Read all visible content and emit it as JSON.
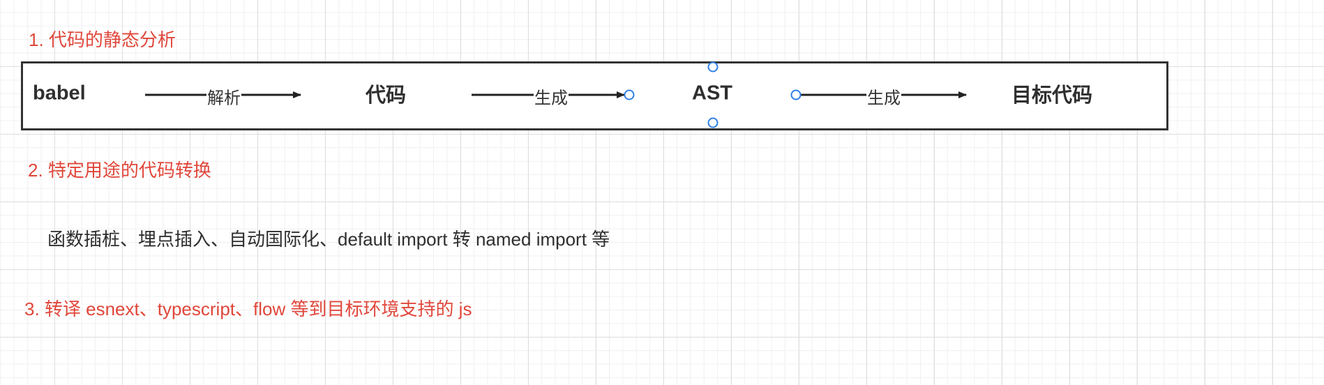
{
  "headings": {
    "h1": "1. 代码的静态分析",
    "h2": "2. 特定用途的代码转换",
    "h3": "3. 转译 esnext、typescript、flow 等到目标环境支持的 js"
  },
  "section2_body": "函数插桩、埋点插入、自动国际化、default import 转 named import 等",
  "flow": {
    "nodes": {
      "babel": "babel",
      "code": "代码",
      "ast": "AST",
      "target": "目标代码"
    },
    "edges": {
      "parse": "解析",
      "generate1": "生成",
      "generate2": "生成"
    }
  },
  "colors": {
    "heading": "#e0473b",
    "text": "#2f2f2f",
    "border": "#333333",
    "selection_handle": "#2f7fe6",
    "grid": "#dedede"
  }
}
